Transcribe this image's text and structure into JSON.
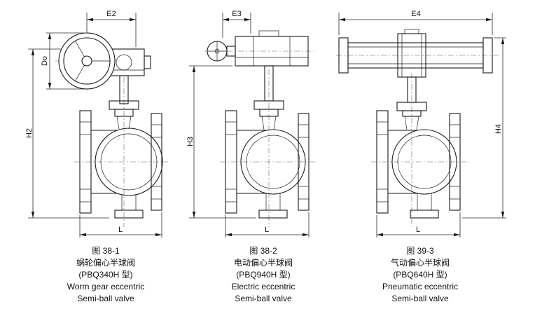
{
  "page": {
    "title": "Eccentric semi-ball valve technical drawings",
    "background": "#ffffff",
    "line_color": "#1a1a1a"
  },
  "figures": [
    {
      "id": "worm-gear-valve",
      "dims": {
        "top": "E2",
        "height": "H2",
        "handwheel": "Do",
        "length": "L"
      },
      "caption": {
        "fig_no": "图 38-1",
        "cn_name": "蜗轮偏心半球阀",
        "model": "(PBQ340H 型)",
        "en_line1": "Worm gear eccentric",
        "en_line2": "Semi-ball valve"
      }
    },
    {
      "id": "electric-valve",
      "dims": {
        "top": "E3",
        "height": "H3",
        "length": "L"
      },
      "caption": {
        "fig_no": "图 38-2",
        "cn_name": "电动偏心半球阀",
        "model": "(PBQ940H 型)",
        "en_line1": "Electric eccentric",
        "en_line2": "Semi-ball valve"
      }
    },
    {
      "id": "pneumatic-valve",
      "dims": {
        "top": "E4",
        "height": "H4",
        "length": "L"
      },
      "caption": {
        "fig_no": "图 39-3",
        "cn_name": "气动偏心半球阀",
        "model": "(PBQ640H 型)",
        "en_line1": "Pneumatic eccentric",
        "en_line2": "Semi-ball valve"
      }
    }
  ]
}
